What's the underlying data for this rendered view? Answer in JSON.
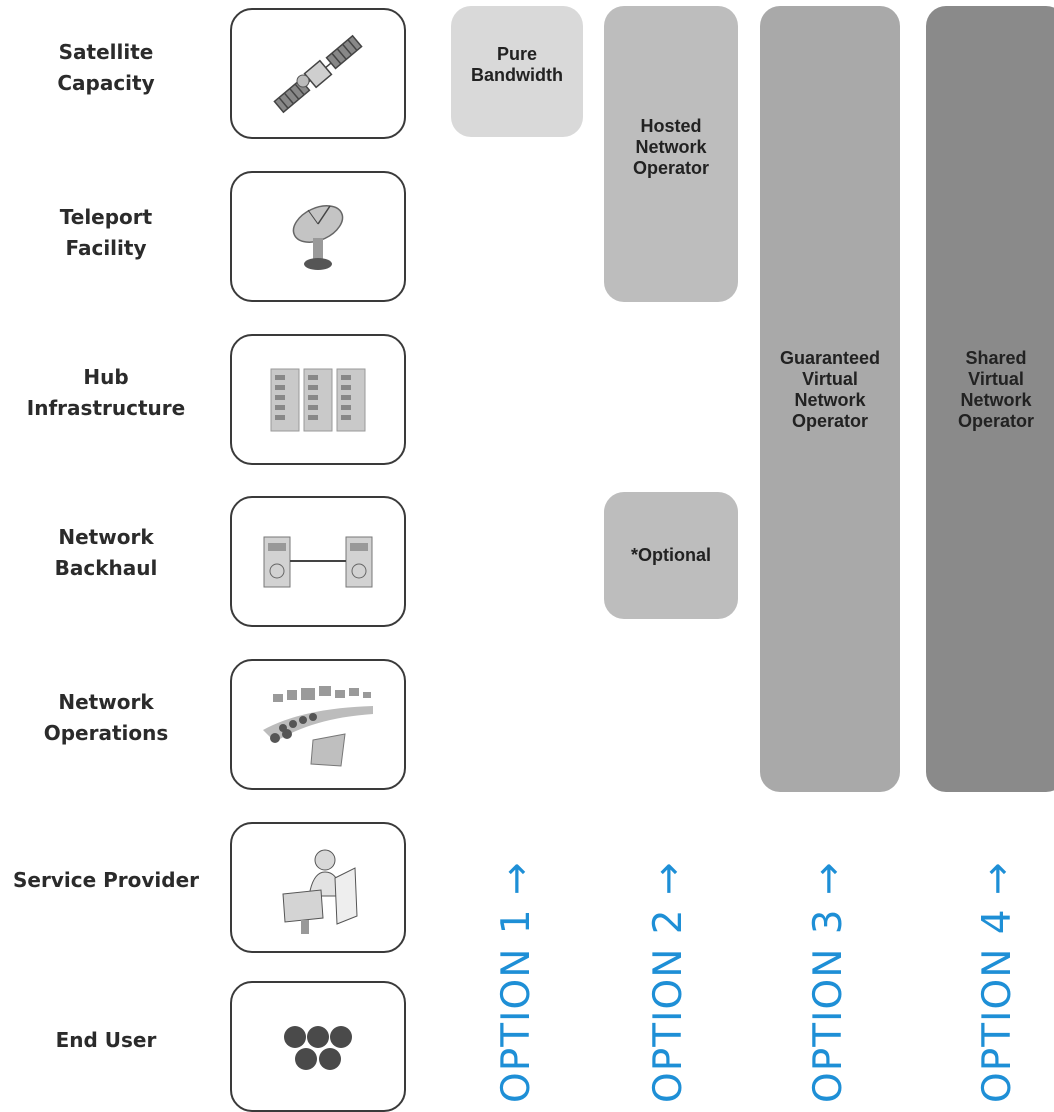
{
  "rows": [
    {
      "label": "Satellite\nCapacity",
      "icon": "satellite-icon"
    },
    {
      "label": "Teleport\nFacility",
      "icon": "satellite-dish-icon"
    },
    {
      "label": "Hub\nInfrastructure",
      "icon": "server-racks-icon"
    },
    {
      "label": "Network\nBackhaul",
      "icon": "network-link-icon"
    },
    {
      "label": "Network\nOperations",
      "icon": "network-operations-icon"
    },
    {
      "label": "Service Provider",
      "icon": "operator-workstation-icon"
    },
    {
      "label": "End User",
      "icon": "users-icon"
    }
  ],
  "blocks": {
    "pure_bandwidth": "Pure\nBandwidth",
    "hosted_network_operator": "Hosted\nNetwork\nOperator",
    "optional": "*Optional",
    "guaranteed_vno": "Guaranteed\nVirtual\nNetwork\nOperator",
    "shared_vno": "Shared\nVirtual\nNetwork\nOperator"
  },
  "options": [
    {
      "label": "OPTION 1 →"
    },
    {
      "label": "OPTION 2 →"
    },
    {
      "label": "OPTION 3 →"
    },
    {
      "label": "OPTION 4 →"
    }
  ],
  "colors": {
    "pure_bandwidth": "#d9d9d9",
    "hosted": "#bdbdbd",
    "guaranteed": "#a9a9a9",
    "shared": "#8a8a8a",
    "option_text": "#1e8fd6"
  }
}
